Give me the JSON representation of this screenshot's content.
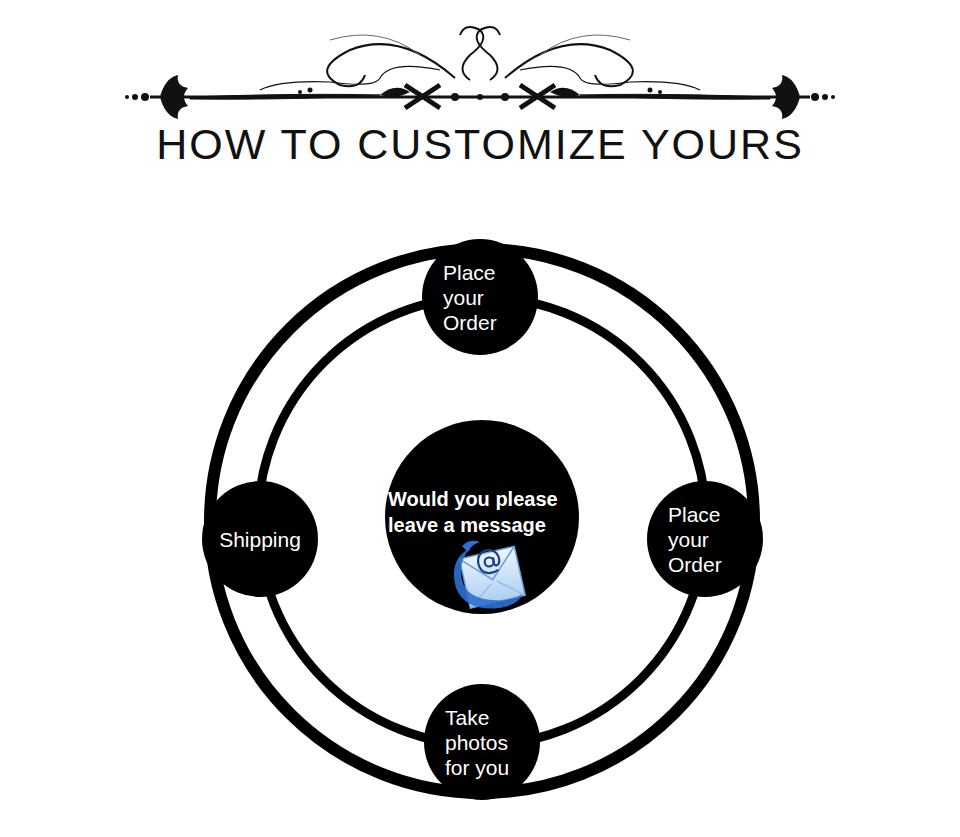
{
  "diagram": {
    "title": "HOW TO CUSTOMIZE YOURS",
    "nodes": [
      {
        "text": [
          "Place your Order"
        ]
      },
      {
        "text": [
          "Shipping"
        ]
      },
      {
        "text": [
          "Would you please leave a message"
        ]
      },
      {
        "text": [
          "Place your Order"
        ]
      },
      {
        "text": [
          "Take photos for you"
        ]
      }
    ]
  }
}
